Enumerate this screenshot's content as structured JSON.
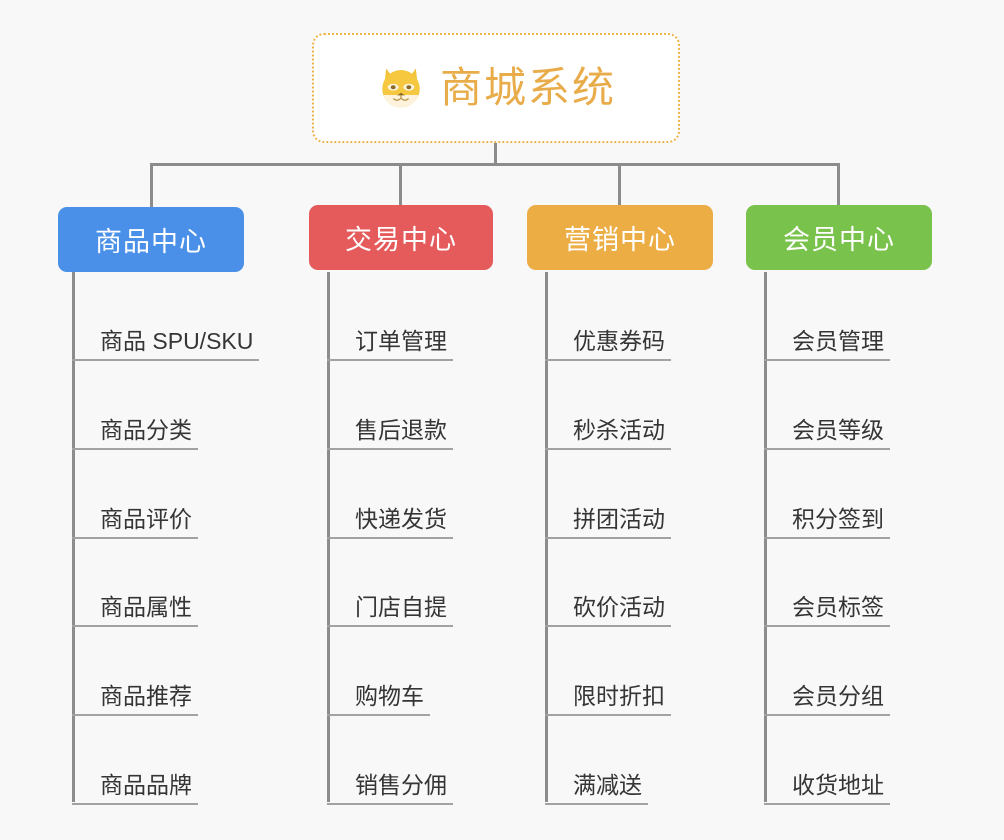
{
  "page": {
    "background": "#f8f8f8",
    "line_color": "#8c8c8c",
    "leaf_rule_color": "#a2a2a2",
    "leaf_text_color": "#353535"
  },
  "root": {
    "title": "商城系统",
    "icon": "dog-face-emoji",
    "text_color": "#e8ac4a",
    "border_color": "#edb248",
    "background": "#ffffff"
  },
  "categories": [
    {
      "label": "商品中心",
      "color": "#4a90e8",
      "items": [
        "商品 SPU/SKU",
        "商品分类",
        "商品评价",
        "商品属性",
        "商品推荐",
        "商品品牌"
      ]
    },
    {
      "label": "交易中心",
      "color": "#e55b5b",
      "items": [
        "订单管理",
        "售后退款",
        "快递发货",
        "门店自提",
        "购物车",
        "销售分佣"
      ]
    },
    {
      "label": "营销中心",
      "color": "#edad45",
      "items": [
        "优惠券码",
        "秒杀活动",
        "拼团活动",
        "砍价活动",
        "限时折扣",
        "满减送"
      ]
    },
    {
      "label": "会员中心",
      "color": "#79c24b",
      "items": [
        "会员管理",
        "会员等级",
        "积分签到",
        "会员标签",
        "会员分组",
        "收货地址"
      ]
    }
  ]
}
